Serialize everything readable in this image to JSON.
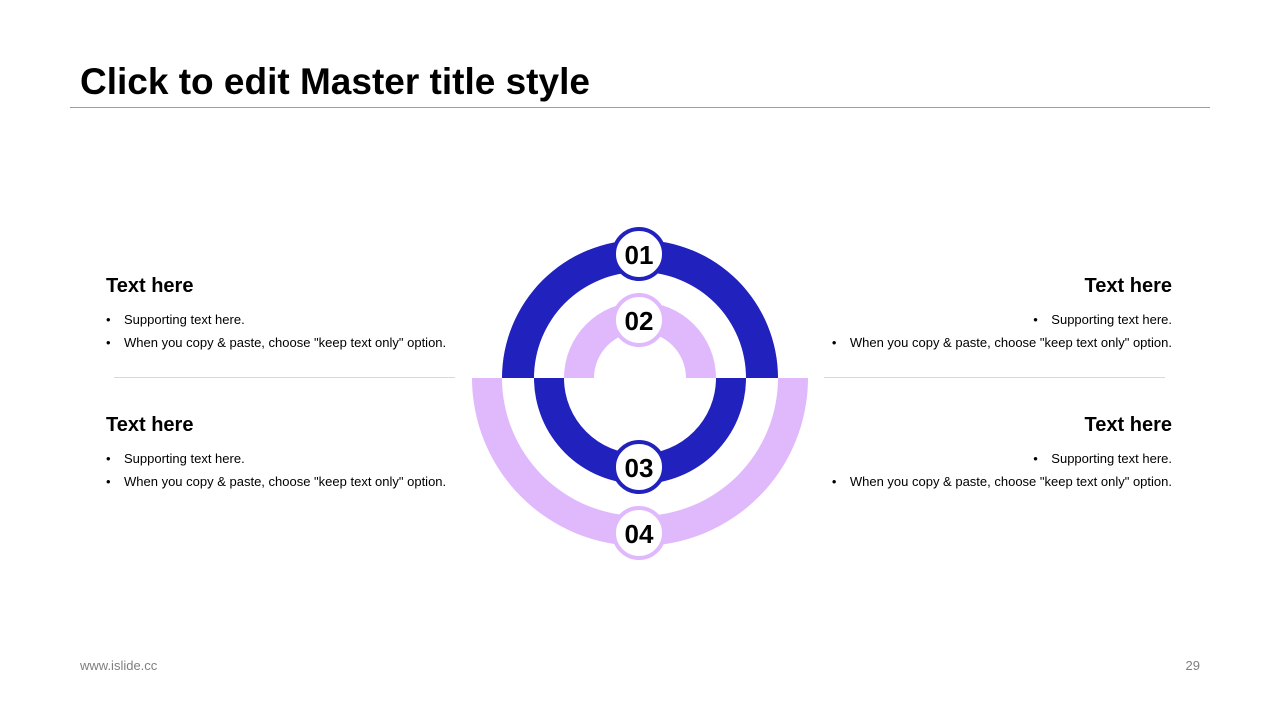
{
  "title": "Click to edit Master title style",
  "colors": {
    "primary": "#2121bd",
    "secondary": "#e0b8fc",
    "rule": "#a0a0a0"
  },
  "blocks": {
    "top_left": {
      "heading": "Text here",
      "bullets": [
        "Supporting text here.",
        "When you copy & paste, choose \"keep text only\" option."
      ]
    },
    "top_right": {
      "heading": "Text here",
      "bullets": [
        "Supporting text here.",
        "When you copy & paste, choose \"keep text only\" option."
      ]
    },
    "bottom_left": {
      "heading": "Text here",
      "bullets": [
        "Supporting text here.",
        "When you copy & paste, choose \"keep text only\" option."
      ]
    },
    "bottom_right": {
      "heading": "Text here",
      "bullets": [
        "Supporting text here.",
        "When you copy & paste, choose \"keep text only\" option."
      ]
    }
  },
  "diagram": {
    "steps": [
      "01",
      "02",
      "03",
      "04"
    ]
  },
  "footer": {
    "website": "www.islide.cc",
    "page_number": "29"
  }
}
